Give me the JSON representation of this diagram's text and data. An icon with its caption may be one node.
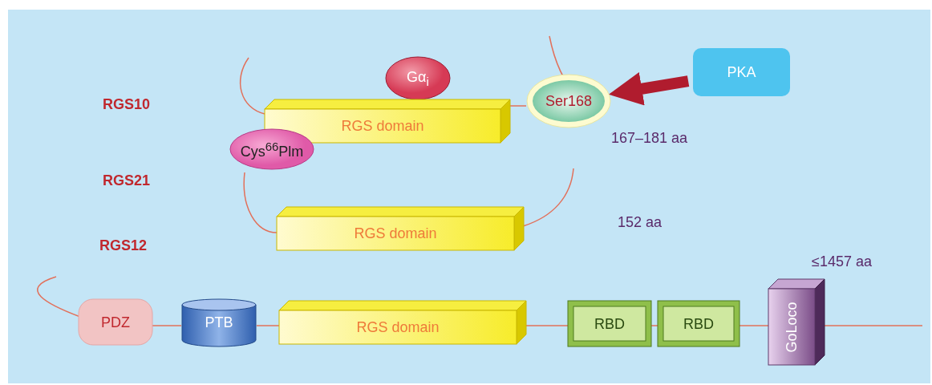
{
  "diagram": {
    "nodes": [
      {
        "text": [
          "Gα$_{i}$"
        ]
      },
      {
        "text": [
          "RGS domain"
        ]
      },
      {
        "text": [
          "Ser168"
        ]
      },
      {
        "text": [
          "PKA"
        ]
      },
      {
        "text": [
          "Cys$^{66}$Plm"
        ]
      },
      {
        "text": [
          "RGS domain"
        ]
      },
      {
        "text": [
          "PDZ"
        ]
      },
      {
        "text": [
          "PTB"
        ]
      },
      {
        "text": [
          "RGS domain"
        ]
      },
      {
        "text": [
          "RBD"
        ]
      },
      {
        "text": [
          "RBD"
        ]
      },
      {
        "text": [
          "GoLoco"
        ]
      }
    ],
    "edges": [
      {
        "from": 3,
        "to": 2,
        "arrow": "to",
        "style": "thick",
        "color": "#b01c2e"
      },
      {
        "from": 1,
        "to": 2,
        "arrow": "none"
      },
      {
        "from": 6,
        "to": 7,
        "arrow": "none"
      },
      {
        "from": 7,
        "to": 8,
        "arrow": "none"
      },
      {
        "from": 8,
        "to": 9,
        "arrow": "none"
      },
      {
        "from": 9,
        "to": 10,
        "arrow": "none"
      },
      {
        "from": 10,
        "to": 11,
        "arrow": "none"
      }
    ],
    "labels": [
      "RGS10",
      "RGS21",
      "RGS12",
      "167–181 aa",
      "152 aa",
      "≤1457 aa"
    ]
  }
}
